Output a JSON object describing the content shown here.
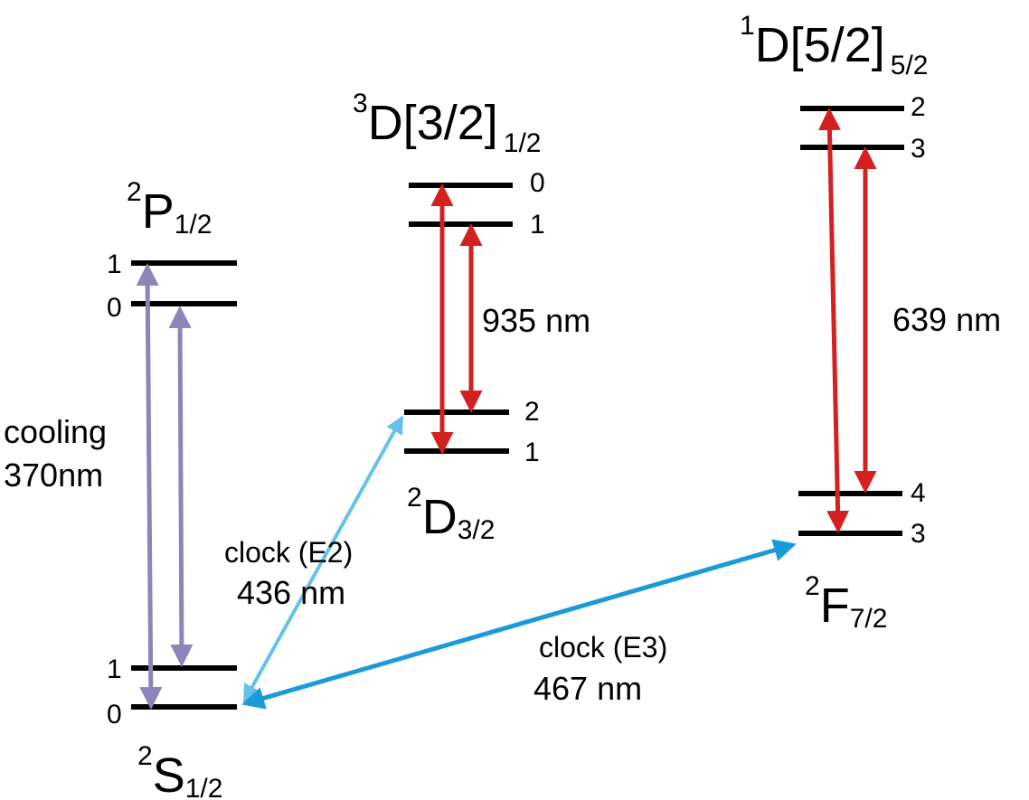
{
  "colors": {
    "level": "#000000",
    "cooling": "#8c85ba",
    "repump": "#d32020",
    "clock_e2": "#64c2e8",
    "clock_e3": "#1a9ad8"
  },
  "terms": {
    "s12": {
      "sup": "2",
      "main": "S",
      "sub": "1/2",
      "levels": [
        "1",
        "0"
      ]
    },
    "p12": {
      "sup": "2",
      "main": "P",
      "sub": "1/2",
      "levels": [
        "1",
        "0"
      ]
    },
    "d32": {
      "sup": "2",
      "main": "D",
      "sub": "3/2",
      "levels": [
        "2",
        "1"
      ]
    },
    "d3_32": {
      "sup": "3",
      "main": "D[3/2]",
      "sub": "1/2",
      "levels": [
        "0",
        "1"
      ]
    },
    "f72": {
      "sup": "2",
      "main": "F",
      "sub": "7/2",
      "levels": [
        "4",
        "3"
      ]
    },
    "d1_52": {
      "sup": "1",
      "main": "D[5/2]",
      "sub": "5/2",
      "levels": [
        "2",
        "3"
      ]
    }
  },
  "transitions": {
    "cooling": {
      "line1": "cooling",
      "line2": "370nm"
    },
    "repump_935": {
      "label": "935 nm"
    },
    "repump_639": {
      "label": "639 nm"
    },
    "clock_e2": {
      "line1": "clock (E2)",
      "line2": "436 nm"
    },
    "clock_e3": {
      "line1": "clock (E3)",
      "line2": "467 nm"
    }
  }
}
